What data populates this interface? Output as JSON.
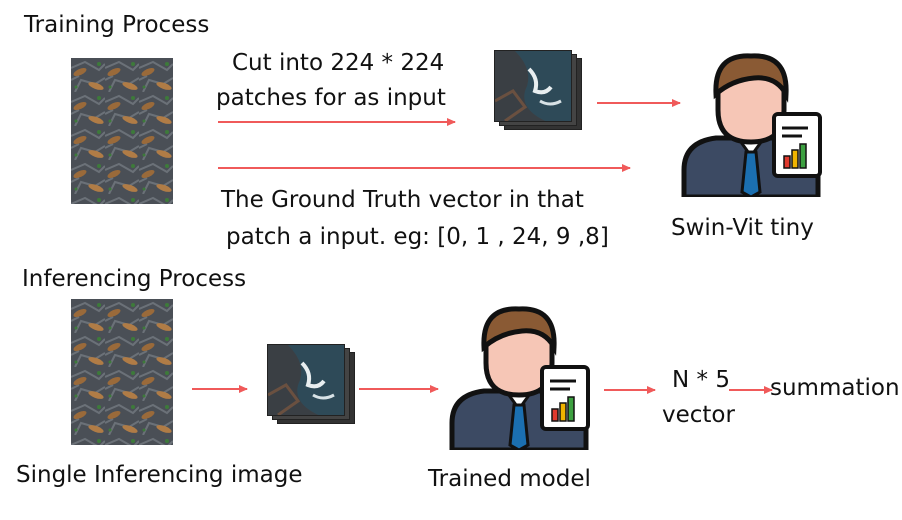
{
  "training": {
    "heading": "Training Process",
    "cut_line1": "Cut into  224 * 224",
    "cut_line2": "patches for as input",
    "gt_line1": "The Ground Truth vector in that",
    "gt_line2": "patch a input. eg: [0, 1 , 24, 9 ,8]",
    "model_label": "Swin-Vit tiny"
  },
  "inference": {
    "heading": "Inferencing Process",
    "image_label": "Single Inferencing image",
    "model_label": "Trained model",
    "output_line1": "N * 5",
    "output_line2": "vector",
    "summation": "summation"
  },
  "colors": {
    "arrow": "#f05a5a",
    "rock": "#4a4f56",
    "seal": "#9a6a3a",
    "water": "#2e4a58",
    "shirt": "#3c4a63",
    "tie": "#1b6fb0",
    "face": "#f6c6b6",
    "hair": "#8a5a34"
  },
  "icons": [
    "person-report-icon",
    "bar-chart-icon",
    "aerial-photo-icon",
    "patch-stack-icon"
  ]
}
